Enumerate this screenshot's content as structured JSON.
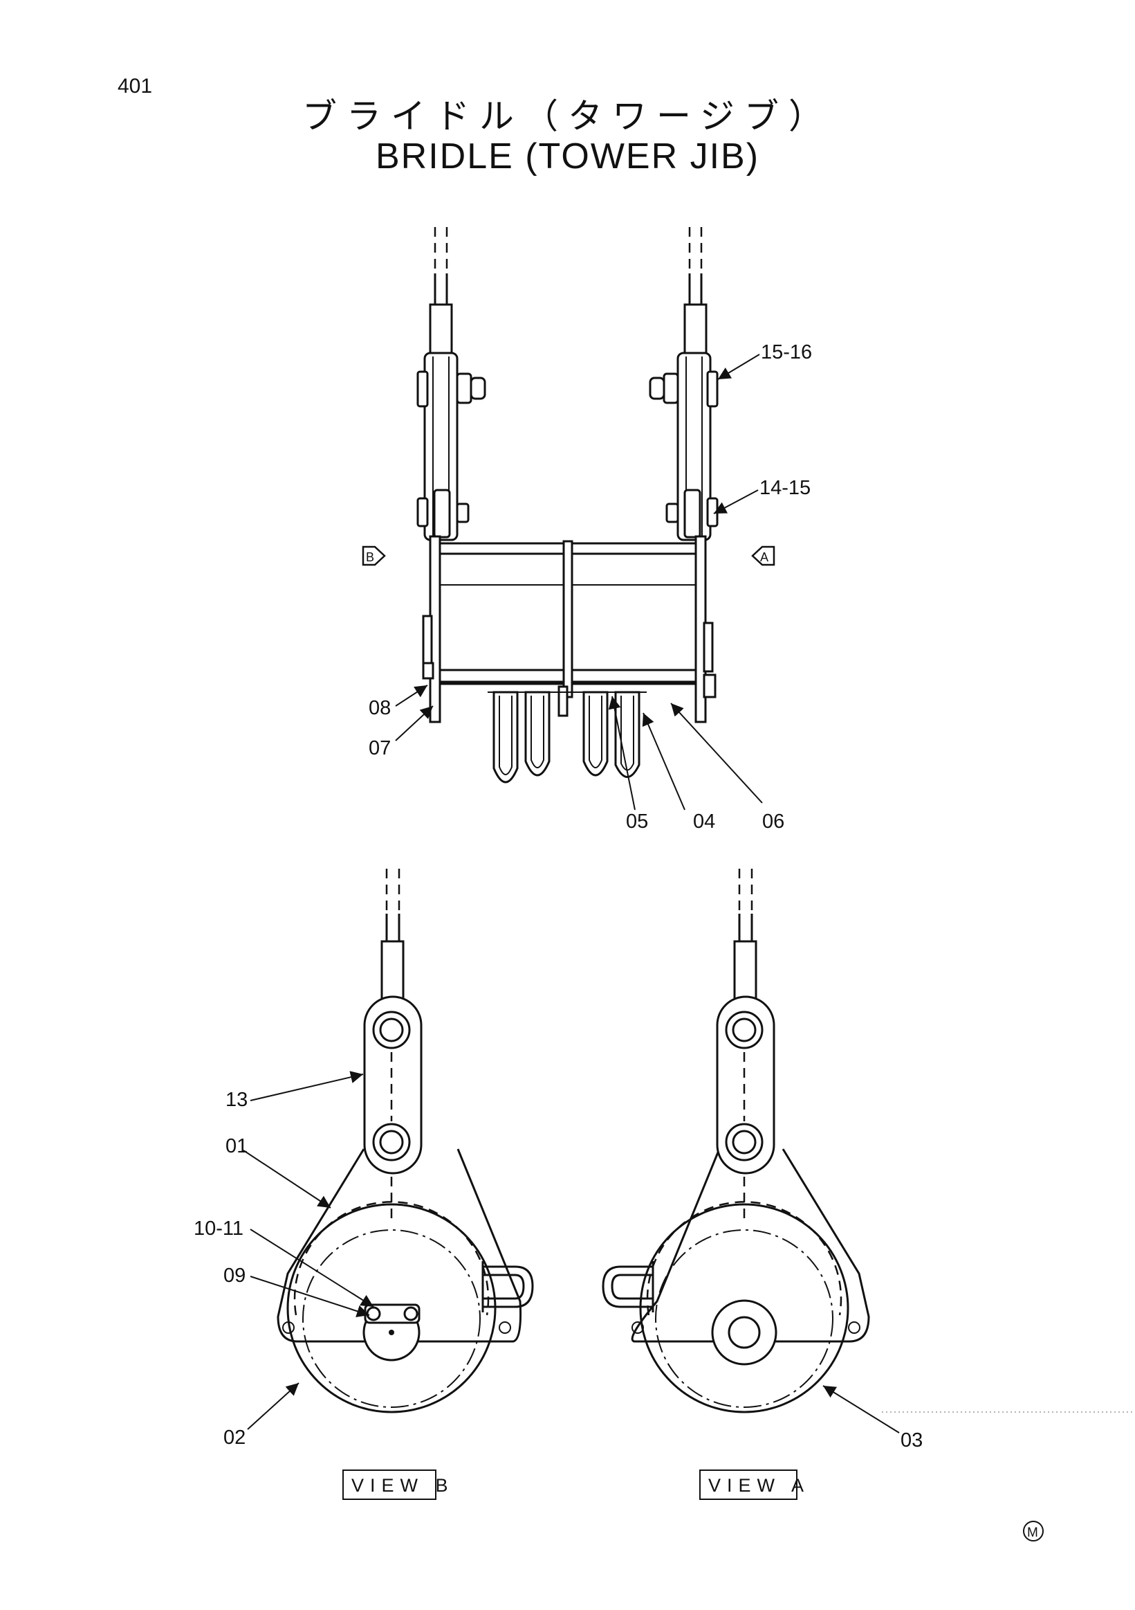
{
  "page": {
    "number": "401",
    "title_jp": "ブライドル（タワージブ）",
    "title_en": "BRIDLE (TOWER JIB)",
    "mark": "M"
  },
  "callouts": {
    "p15_16": "15-16",
    "p14_15": "14-15",
    "p08": "08",
    "p07": "07",
    "p05": "05",
    "p04": "04",
    "p06": "06",
    "p13": "13",
    "p01": "01",
    "p10_11": "10-11",
    "p09": "09",
    "p02": "02",
    "p03": "03"
  },
  "arrows": {
    "b": "B",
    "a": "A"
  },
  "views": {
    "b": "VIEW B",
    "a": "VIEW A"
  }
}
